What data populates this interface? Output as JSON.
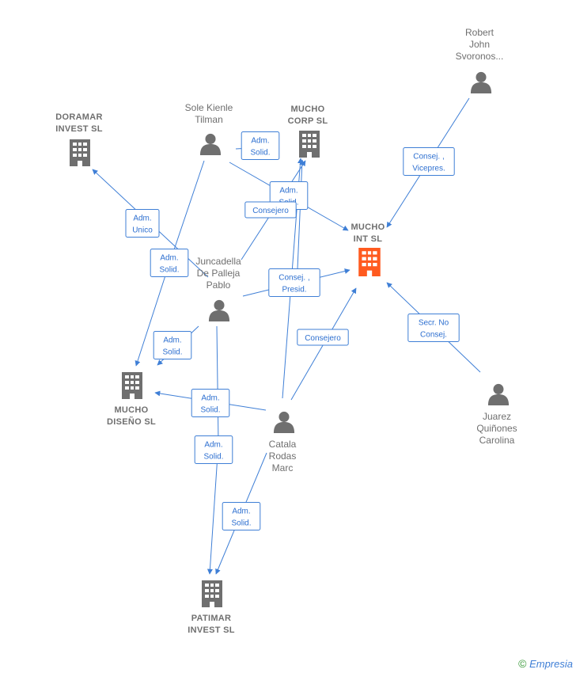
{
  "colors": {
    "edge": "#3f7fd6",
    "node": "#6f6f6f",
    "focus": "#ff5a1f"
  },
  "nodes": [
    {
      "id": "robert",
      "type": "person",
      "lines": [
        "Robert",
        "John",
        "Svoronos..."
      ]
    },
    {
      "id": "doramar",
      "type": "company",
      "lines": [
        "DORAMAR",
        "INVEST  SL"
      ]
    },
    {
      "id": "sole",
      "type": "person",
      "lines": [
        "Sole Kienle",
        "Tilman"
      ]
    },
    {
      "id": "mucho_corp",
      "type": "company",
      "lines": [
        "MUCHO",
        "CORP  SL"
      ]
    },
    {
      "id": "mucho_int",
      "type": "company",
      "focus": true,
      "lines": [
        "MUCHO",
        "INT  SL"
      ]
    },
    {
      "id": "juncadella",
      "type": "person",
      "lines": [
        "Juncadella",
        "De Palleja",
        "Pablo"
      ]
    },
    {
      "id": "mucho_diseno",
      "type": "company",
      "lines": [
        "MUCHO",
        "DISEÑO SL"
      ]
    },
    {
      "id": "juarez",
      "type": "person",
      "lines": [
        "Juarez",
        "Quiñones",
        "Carolina"
      ]
    },
    {
      "id": "catala",
      "type": "person",
      "lines": [
        "Catala",
        "Rodas",
        "Marc"
      ]
    },
    {
      "id": "patimar",
      "type": "company",
      "lines": [
        "PATIMAR",
        "INVEST  SL"
      ]
    }
  ],
  "edges": [
    {
      "id": "e1",
      "lines": [
        "Consej. ,",
        "Vicepres."
      ]
    },
    {
      "id": "e2",
      "lines": [
        "Adm.",
        "Solid."
      ]
    },
    {
      "id": "e3",
      "lines": [
        "Adm.",
        "Unico"
      ]
    },
    {
      "id": "e4",
      "lines": [
        "Adm.",
        "Solid."
      ]
    },
    {
      "id": "e5",
      "lines": [
        "Consejero"
      ]
    },
    {
      "id": "e6",
      "lines": [
        "Adm.",
        "Solid."
      ]
    },
    {
      "id": "e7",
      "lines": [
        "Consej. ,",
        "Presid."
      ]
    },
    {
      "id": "e8",
      "lines": [
        "Secr.  No",
        "Consej."
      ]
    },
    {
      "id": "e9",
      "lines": [
        "Adm.",
        "Solid."
      ]
    },
    {
      "id": "e10",
      "lines": [
        "Consejero"
      ]
    },
    {
      "id": "e11",
      "lines": [
        "Adm.",
        "Solid."
      ]
    },
    {
      "id": "e12",
      "lines": [
        "Adm.",
        "Solid."
      ]
    },
    {
      "id": "e13",
      "lines": [
        "Adm.",
        "Solid."
      ]
    }
  ],
  "footer": {
    "copyright": "©",
    "brand": "Empresia"
  }
}
